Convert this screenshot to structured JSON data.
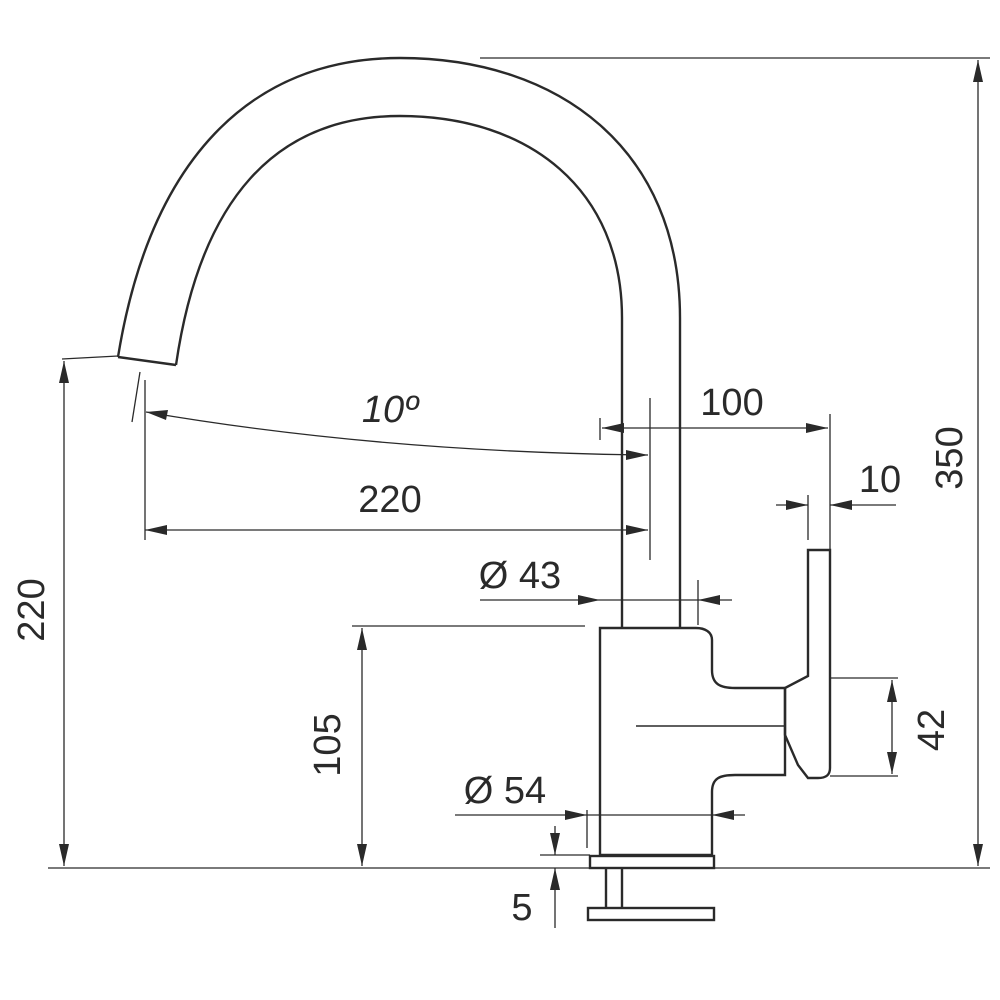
{
  "dimensions": {
    "total_height": "350",
    "spout_height": "220",
    "spout_reach": "220",
    "swivel_angle": "10º",
    "handle_reach": "100",
    "handle_width": "10",
    "spout_diameter": "Ø 43",
    "base_diameter": "Ø 54",
    "body_height": "105",
    "handle_height": "42",
    "base_thickness": "5"
  }
}
